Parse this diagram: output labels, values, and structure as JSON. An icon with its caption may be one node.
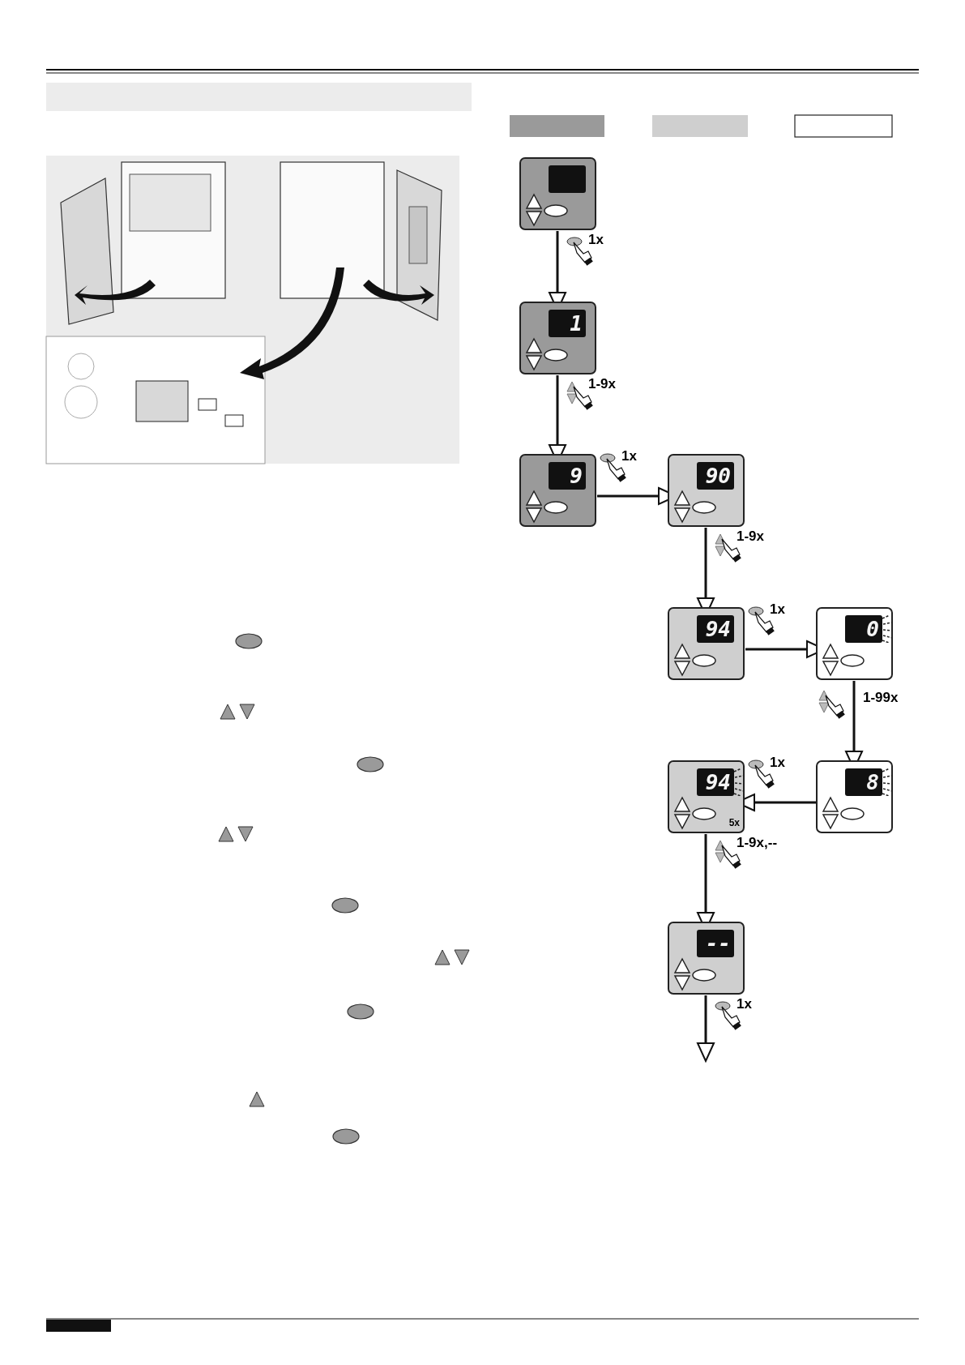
{
  "diagram": {
    "nodes": [
      {
        "text": [],
        "shape": "bar"
      },
      {
        "text": [],
        "shape": "box"
      },
      {
        "text": [],
        "shape": "box"
      },
      {
        "text": [],
        "shape": "box"
      },
      {
        "text": [],
        "shape": "box"
      },
      {
        "text": [
          "1"
        ]
      },
      {
        "text": [
          "9"
        ]
      },
      {
        "text": [
          "90"
        ]
      },
      {
        "text": [
          "94"
        ]
      },
      {
        "text": [
          "0"
        ]
      },
      {
        "text": [
          "8"
        ]
      },
      {
        "text": [
          "94",
          "5x"
        ]
      },
      {
        "text": [
          "--"
        ]
      }
    ],
    "edges": [
      {
        "from": 4,
        "to": 5,
        "arrow": "to",
        "label": "1x"
      },
      {
        "from": 5,
        "to": 6,
        "arrow": "to",
        "label": "1-9x"
      },
      {
        "from": 6,
        "to": 7,
        "arrow": "to",
        "label": "1x"
      },
      {
        "from": 7,
        "to": 8,
        "arrow": "to",
        "label": "1-9x"
      },
      {
        "from": 8,
        "to": 9,
        "arrow": "to",
        "label": "1x"
      },
      {
        "from": 9,
        "to": 10,
        "arrow": "to",
        "label": "1-99x"
      },
      {
        "from": 10,
        "to": 11,
        "arrow": "to",
        "label": "1x"
      },
      {
        "from": 11,
        "to": 12,
        "arrow": "to",
        "label": "1-9x,--"
      },
      {
        "from": 12,
        "to": null,
        "arrow": "to",
        "label": "1x"
      }
    ]
  }
}
